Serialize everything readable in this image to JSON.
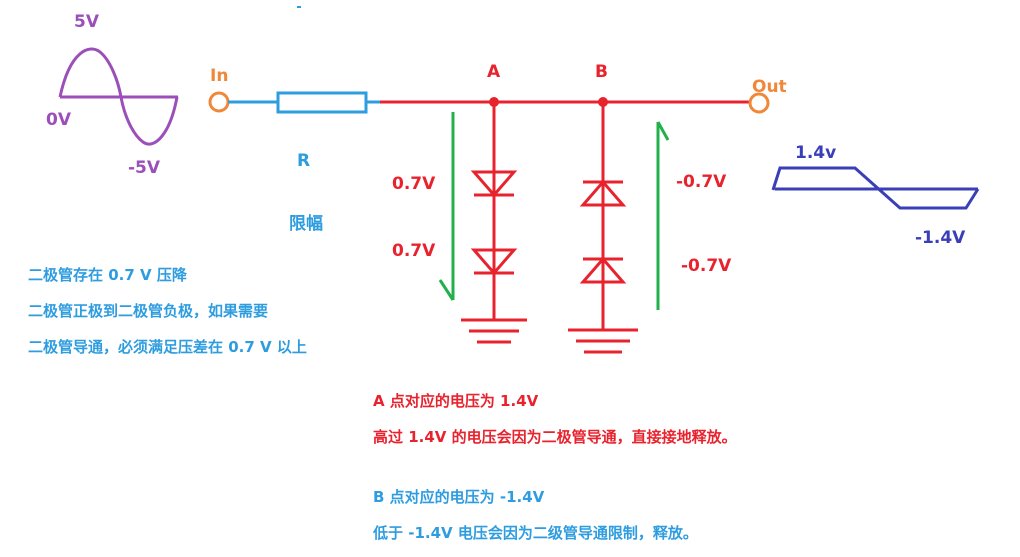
{
  "input_wave": {
    "peak": "5V",
    "zero": "0V",
    "trough": "-5V"
  },
  "terminals": {
    "in": "In",
    "out": "Out"
  },
  "resistor": {
    "name": "R"
  },
  "nodes": {
    "a": "A",
    "b": "B"
  },
  "limit_label": "限幅",
  "drops": {
    "a_upper": "0.7V",
    "a_lower": "0.7V",
    "b_upper": "-0.7V",
    "b_lower": "-0.7V"
  },
  "output_wave": {
    "high": "1.4v",
    "low": "-1.4V"
  },
  "notes_left": [
    "二极管存在 0.7 V 压降",
    "二极管正极到二极管负极，如果需要",
    "二极管导通，必须满足压差在 0.7 V 以上"
  ],
  "notes_a": [
    "A 点对应的电压为 1.4V",
    "高过 1.4V 的电压会因为二极管导通，直接接地释放。"
  ],
  "notes_b": [
    "B 点对应的电压为 -1.4V",
    "低于 -1.4V 电压会因为二级管导通限制，释放。"
  ],
  "colors": {
    "wire": "#e8232e",
    "input_wave": "#9b4fb8",
    "terminal": "#f0883a",
    "resistor": "#2e9de0",
    "arrow": "#22b04b",
    "output_wave": "#3a3fb8"
  }
}
